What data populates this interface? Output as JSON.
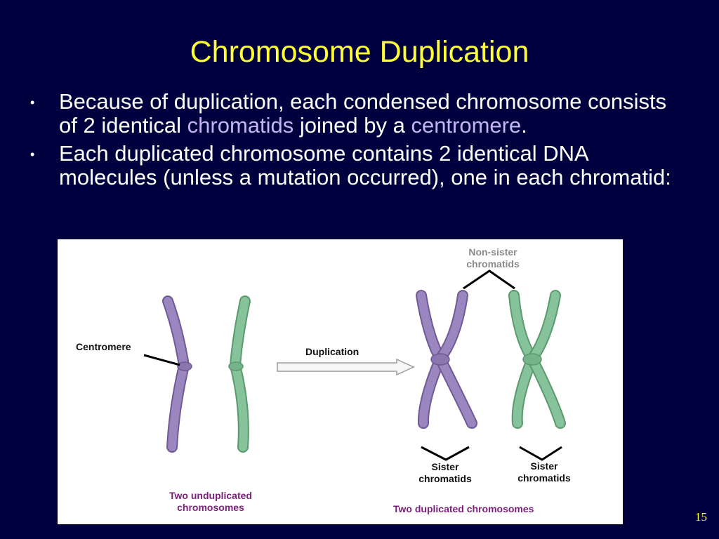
{
  "slide": {
    "title": "Chromosome Duplication",
    "page_number": "15"
  },
  "bullets": [
    {
      "parts": [
        {
          "text": "Because of duplication, each condensed chromosome consists of 2 identical ",
          "highlight": false
        },
        {
          "text": "chromatids",
          "highlight": true
        },
        {
          "text": " joined by a ",
          "highlight": false
        },
        {
          "text": "centromere",
          "highlight": true
        },
        {
          "text": ".",
          "highlight": false
        }
      ]
    },
    {
      "parts": [
        {
          "text": "Each duplicated chromosome contains 2 identical DNA molecules (unless a mutation occurred), one in each chromatid:",
          "highlight": false
        }
      ]
    }
  ],
  "figure": {
    "centromere_label": "Centromere",
    "duplication_label": "Duplication",
    "non_sister_line1": "Non-sister",
    "non_sister_line2": "chromatids",
    "sister1_line1": "Sister",
    "sister1_line2": "chromatids",
    "sister2_line1": "Sister",
    "sister2_line2": "chromatids",
    "unduplicated_line1": "Two unduplicated",
    "unduplicated_line2": "chromosomes",
    "duplicated_caption": "Two duplicated chromosomes"
  },
  "colors": {
    "background": "#00003f",
    "title": "#ffff33",
    "highlight": "#c3b5f5",
    "chromosome_purple": "#9c86bf",
    "chromosome_green": "#86c39a",
    "caption_purple": "#7a1f7a"
  }
}
